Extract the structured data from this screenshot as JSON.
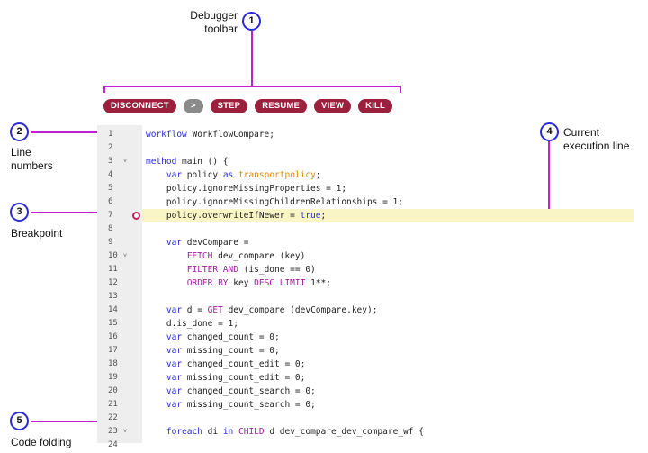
{
  "callouts": {
    "c1": {
      "number": "1",
      "label_line1": "Debugger",
      "label_line2": "toolbar"
    },
    "c2": {
      "number": "2",
      "label_line1": "Line",
      "label_line2": "numbers"
    },
    "c3": {
      "number": "3",
      "label_line1": "Breakpoint"
    },
    "c4": {
      "number": "4",
      "label_line1": "Current",
      "label_line2": "execution line"
    },
    "c5": {
      "number": "5",
      "label_line1": "Code folding"
    }
  },
  "toolbar": {
    "buttons": [
      {
        "label": "DISCONNECT"
      },
      {
        "label": ">"
      },
      {
        "label": "STEP"
      },
      {
        "label": "RESUME"
      },
      {
        "label": "VIEW"
      },
      {
        "label": "KILL"
      }
    ]
  },
  "editor": {
    "current_line": 7,
    "breakpoint_line": 7,
    "lines": [
      {
        "n": "1",
        "fold": false,
        "tokens": [
          {
            "t": "workflow ",
            "c": "kw"
          },
          {
            "t": "WorkflowCompare;",
            "c": ""
          }
        ]
      },
      {
        "n": "2",
        "fold": false,
        "tokens": []
      },
      {
        "n": "3",
        "fold": true,
        "tokens": [
          {
            "t": "method ",
            "c": "kw"
          },
          {
            "t": "main () {",
            "c": ""
          }
        ]
      },
      {
        "n": "4",
        "fold": false,
        "tokens": [
          {
            "t": "    ",
            "c": ""
          },
          {
            "t": "var ",
            "c": "kw"
          },
          {
            "t": "policy ",
            "c": ""
          },
          {
            "t": "as ",
            "c": "kw"
          },
          {
            "t": "transportpolicy",
            "c": "ty"
          },
          {
            "t": ";",
            "c": ""
          }
        ]
      },
      {
        "n": "5",
        "fold": false,
        "tokens": [
          {
            "t": "    policy.ignoreMissingProperties = 1;",
            "c": ""
          }
        ]
      },
      {
        "n": "6",
        "fold": false,
        "tokens": [
          {
            "t": "    policy.ignoreMissingChildrenRelationships = 1;",
            "c": ""
          }
        ]
      },
      {
        "n": "7",
        "fold": false,
        "tokens": [
          {
            "t": "    policy.overwriteIfNewer = ",
            "c": ""
          },
          {
            "t": "true",
            "c": "kw"
          },
          {
            "t": ";",
            "c": ""
          }
        ]
      },
      {
        "n": "8",
        "fold": false,
        "tokens": []
      },
      {
        "n": "9",
        "fold": false,
        "tokens": [
          {
            "t": "    ",
            "c": ""
          },
          {
            "t": "var ",
            "c": "kw"
          },
          {
            "t": "devCompare =",
            "c": ""
          }
        ]
      },
      {
        "n": "10",
        "fold": true,
        "tokens": [
          {
            "t": "        ",
            "c": ""
          },
          {
            "t": "FETCH ",
            "c": "kw2"
          },
          {
            "t": "dev_compare (key)",
            "c": ""
          }
        ]
      },
      {
        "n": "11",
        "fold": false,
        "tokens": [
          {
            "t": "        ",
            "c": ""
          },
          {
            "t": "FILTER AND ",
            "c": "kw2"
          },
          {
            "t": "(is_done == 0)",
            "c": ""
          }
        ]
      },
      {
        "n": "12",
        "fold": false,
        "tokens": [
          {
            "t": "        ",
            "c": ""
          },
          {
            "t": "ORDER BY ",
            "c": "kw2"
          },
          {
            "t": "key ",
            "c": ""
          },
          {
            "t": "DESC LIMIT ",
            "c": "kw2"
          },
          {
            "t": "1**;",
            "c": ""
          }
        ]
      },
      {
        "n": "13",
        "fold": false,
        "tokens": []
      },
      {
        "n": "14",
        "fold": false,
        "tokens": [
          {
            "t": "    ",
            "c": ""
          },
          {
            "t": "var ",
            "c": "kw"
          },
          {
            "t": "d = ",
            "c": ""
          },
          {
            "t": "GET ",
            "c": "kw2"
          },
          {
            "t": "dev_compare (devCompare.key);",
            "c": ""
          }
        ]
      },
      {
        "n": "15",
        "fold": false,
        "tokens": [
          {
            "t": "    d.is_done = 1;",
            "c": ""
          }
        ]
      },
      {
        "n": "16",
        "fold": false,
        "tokens": [
          {
            "t": "    ",
            "c": ""
          },
          {
            "t": "var ",
            "c": "kw"
          },
          {
            "t": "changed_count = 0;",
            "c": ""
          }
        ]
      },
      {
        "n": "17",
        "fold": false,
        "tokens": [
          {
            "t": "    ",
            "c": ""
          },
          {
            "t": "var ",
            "c": "kw"
          },
          {
            "t": "missing_count = 0;",
            "c": ""
          }
        ]
      },
      {
        "n": "18",
        "fold": false,
        "tokens": [
          {
            "t": "    ",
            "c": ""
          },
          {
            "t": "var ",
            "c": "kw"
          },
          {
            "t": "changed_count_edit = 0;",
            "c": ""
          }
        ]
      },
      {
        "n": "19",
        "fold": false,
        "tokens": [
          {
            "t": "    ",
            "c": ""
          },
          {
            "t": "var ",
            "c": "kw"
          },
          {
            "t": "missing_count_edit = 0;",
            "c": ""
          }
        ]
      },
      {
        "n": "20",
        "fold": false,
        "tokens": [
          {
            "t": "    ",
            "c": ""
          },
          {
            "t": "var ",
            "c": "kw"
          },
          {
            "t": "changed_count_search = 0;",
            "c": ""
          }
        ]
      },
      {
        "n": "21",
        "fold": false,
        "tokens": [
          {
            "t": "    ",
            "c": ""
          },
          {
            "t": "var ",
            "c": "kw"
          },
          {
            "t": "missing_count_search = 0;",
            "c": ""
          }
        ]
      },
      {
        "n": "22",
        "fold": false,
        "tokens": []
      },
      {
        "n": "23",
        "fold": true,
        "tokens": [
          {
            "t": "    ",
            "c": ""
          },
          {
            "t": "foreach ",
            "c": "kw"
          },
          {
            "t": "di ",
            "c": ""
          },
          {
            "t": "in ",
            "c": "kw"
          },
          {
            "t": "CHILD ",
            "c": "kw2"
          },
          {
            "t": "d dev_compare_dev_compare_wf {",
            "c": ""
          }
        ]
      },
      {
        "n": "24",
        "fold": false,
        "tokens": []
      }
    ]
  },
  "colors": {
    "button_primary": "#9c1f3d",
    "button_secondary": "#8a8a8a",
    "callout_circle": "#2a2ad6",
    "leader_line": "#c21fd1",
    "current_line_bg": "#faf5c4",
    "breakpoint": "#c21f5d"
  }
}
